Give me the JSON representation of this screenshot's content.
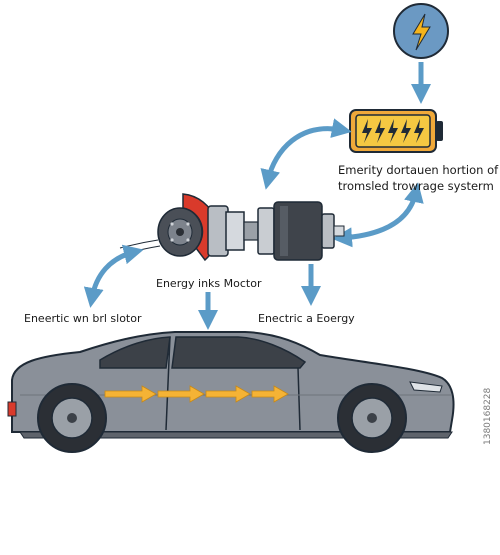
{
  "labels": {
    "storage_line1": "Emerity dortauen hortion of",
    "storage_line2": "tromsled trowrage systerm",
    "motor": "Energy inks Moctor",
    "regen": "Eneertic wn brl slotor",
    "electric": "Enectric a Eoergy"
  },
  "watermark": "1380168228",
  "colors": {
    "arrow": "#5b9bc7",
    "battery_fill": "#f5c842",
    "battery_shell": "#f0a93a",
    "bolt": "#f5b41c",
    "power_circle": "#6b99c3",
    "car_body": "#8a9099",
    "flow_arrow": "#f5b335",
    "brake_red": "#d93a2b"
  },
  "icons": [
    "lightning-bolt-icon",
    "battery-icon",
    "electric-motor-icon",
    "brake-disc-icon",
    "car-icon"
  ]
}
